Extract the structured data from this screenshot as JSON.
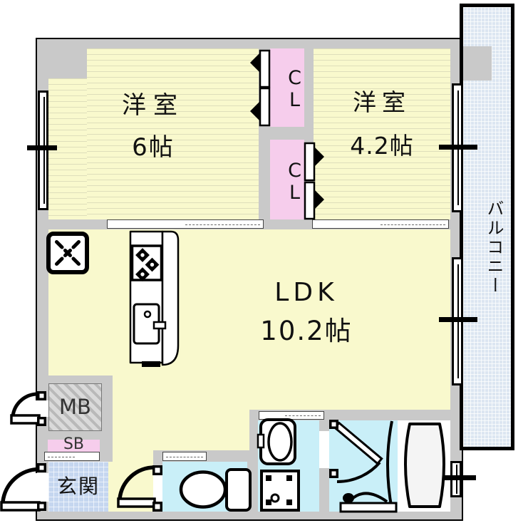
{
  "colors": {
    "wall-gray": "#c9c9c9",
    "room-yellow": "#f9f9cd",
    "stripe-yellow": "#dedebb",
    "closet-pink": "#f6cdec",
    "wet-cyan": "#c9eff8",
    "entrance-blue": "#c5d6ef",
    "balcony-blue": "#dce6f1",
    "hatch-gray": "#b9b9b9",
    "line-black": "#000000"
  },
  "rooms": {
    "bedroom_left": {
      "name": "洋室",
      "size": "6帖"
    },
    "bedroom_right": {
      "name": "洋室",
      "size": "4.2帖"
    },
    "ldk": {
      "name": "LDK",
      "size": "10.2帖"
    },
    "closet_upper": {
      "label": "CL"
    },
    "closet_lower": {
      "label": "CL"
    },
    "meter_box": {
      "label": "MB"
    },
    "shoe_box": {
      "label": "SB"
    },
    "entrance": {
      "label": "玄関"
    },
    "balcony": {
      "label": "バルコニー"
    }
  }
}
